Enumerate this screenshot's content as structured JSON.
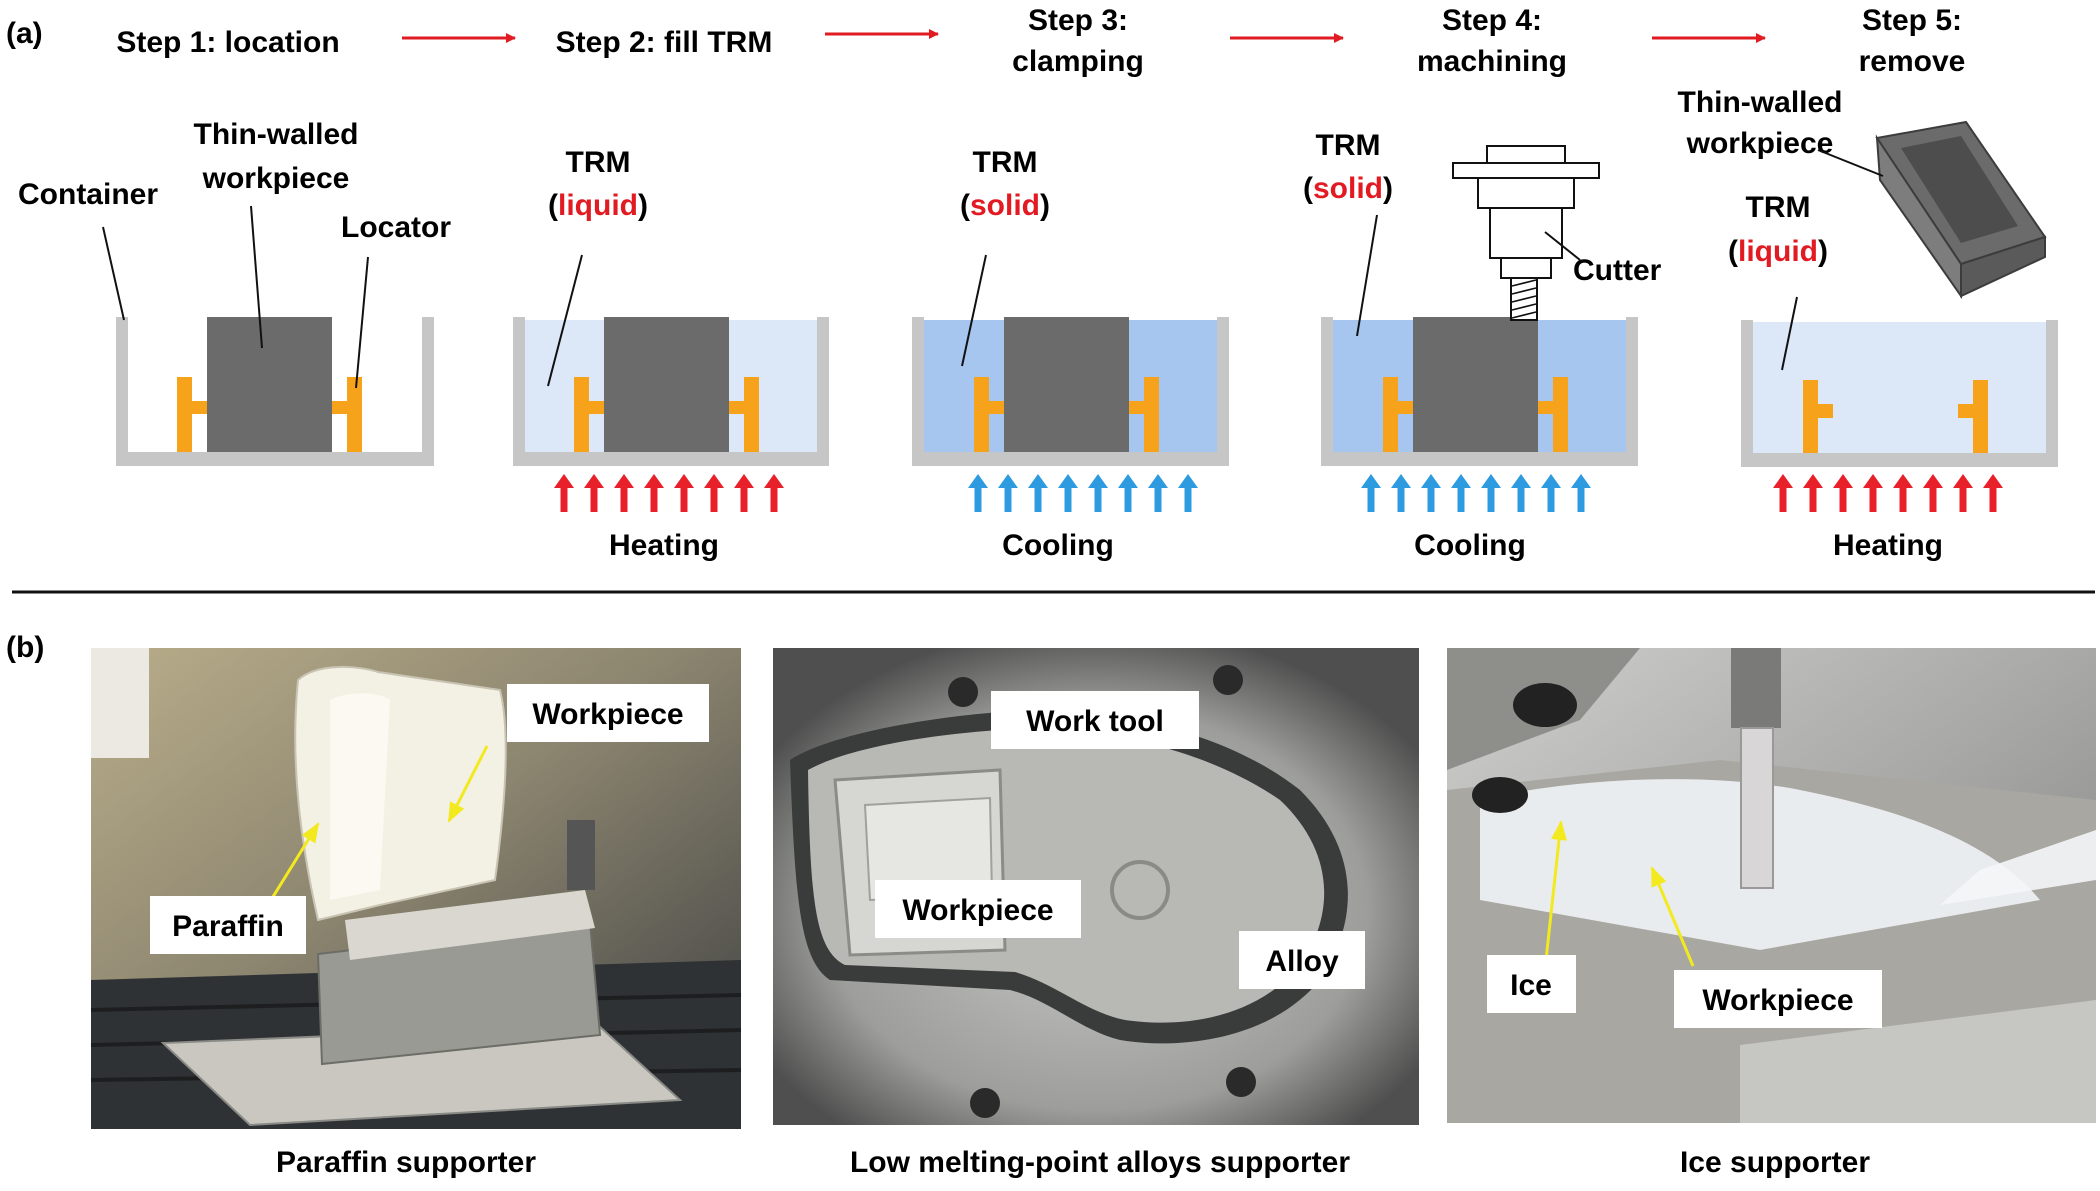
{
  "panel_a": {
    "label": "(a)",
    "steps": [
      {
        "title_lines": [
          "Step 1: location"
        ]
      },
      {
        "title_lines": [
          "Step 2: fill TRM"
        ]
      },
      {
        "title_lines": [
          "Step 3:",
          "clamping"
        ]
      },
      {
        "title_lines": [
          "Step 4:",
          "machining"
        ]
      },
      {
        "title_lines": [
          "Step 5:",
          "remove"
        ]
      }
    ],
    "labels": {
      "container": "Container",
      "thin_walled_workpiece_1": "Thin-walled",
      "thin_walled_workpiece_2": "workpiece",
      "locator": "Locator",
      "trm": "TRM",
      "paren_open": "(",
      "paren_close": ")",
      "liquid": "liquid",
      "solid": "solid",
      "cutter": "Cutter",
      "heating": "Heating",
      "cooling": "Cooling"
    },
    "colors": {
      "liquid_fill": "#dce8f8",
      "solid_fill": "#a6c6ef",
      "container": "#c6c6c6",
      "workpiece": "#6b6b6b",
      "locator": "#f7a21b",
      "heat_arrow": "#e8202a",
      "cool_arrow": "#2e9be0",
      "state_text": "#e21b23",
      "step_arrow": "#e21b23"
    }
  },
  "panel_b": {
    "label": "(b)",
    "photos": [
      {
        "caption": "Paraffin supporter",
        "tags": [
          "Workpiece",
          "Paraffin"
        ]
      },
      {
        "caption": "Low melting-point alloys supporter",
        "tags": [
          "Work tool",
          "Workpiece",
          "Alloy"
        ]
      },
      {
        "caption": "Ice supporter",
        "tags": [
          "Ice",
          "Workpiece"
        ]
      }
    ],
    "colors": {
      "pointer": "#f2ea1e"
    }
  }
}
